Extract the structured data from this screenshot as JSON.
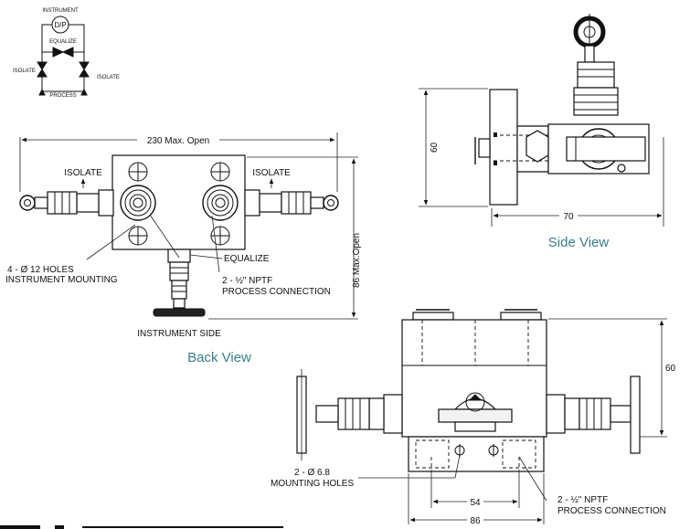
{
  "schematic": {
    "instrument": "INSTRUMENT",
    "dp": "D/P",
    "equalize": "EQUALIZE",
    "isolate_left": "ISOLATE",
    "isolate_right": "ISOLATE",
    "process": "PROCESS"
  },
  "back_view": {
    "title": "Back View",
    "width_dim": "230 Max. Open",
    "height_dim": "86 Max.Open",
    "isolate_left": "ISOLATE",
    "isolate_right": "ISOLATE",
    "equalize": "EQUALIZE",
    "holes_line1": "4 - Ø 12 HOLES",
    "holes_line2": "INSTRUMENT MOUNTING",
    "nptf_line1": "2 - ½\" NPTF",
    "nptf_line2": "PROCESS CONNECTION",
    "instrument_side": "INSTRUMENT SIDE"
  },
  "side_view": {
    "title": "Side View",
    "height_dim": "60",
    "width_dim": "70"
  },
  "front_view": {
    "height_dim": "60",
    "mount_line1": "2 - Ø 6.8",
    "mount_line2": "MOUNTING HOLES",
    "inner_dim": "54",
    "outer_dim": "86",
    "nptf_line1": "2 - ½\" NPTF",
    "nptf_line2": "PROCESS CONNECTION"
  }
}
